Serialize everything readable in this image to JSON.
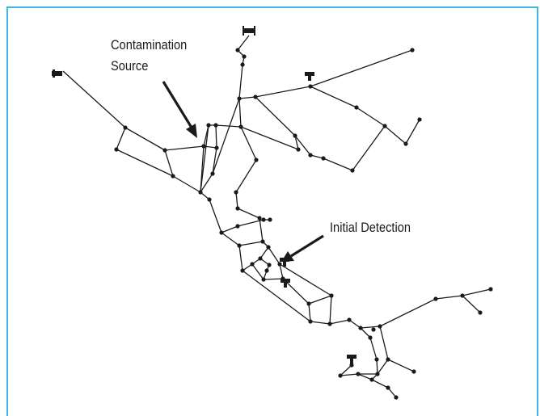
{
  "annotations": {
    "source_line1": "Contamination",
    "source_line2": "Source",
    "detection": "Initial Detection"
  },
  "colors": {
    "frame": "#3fb7e0",
    "pipe": "#1a1a1a",
    "node": "#1a1a1a"
  },
  "icons": {
    "source_arrow": "arrow-icon",
    "detection_arrow": "arrow-icon",
    "tank": "tank-icon",
    "reservoir": "reservoir-icon",
    "pump": "pump-icon"
  }
}
